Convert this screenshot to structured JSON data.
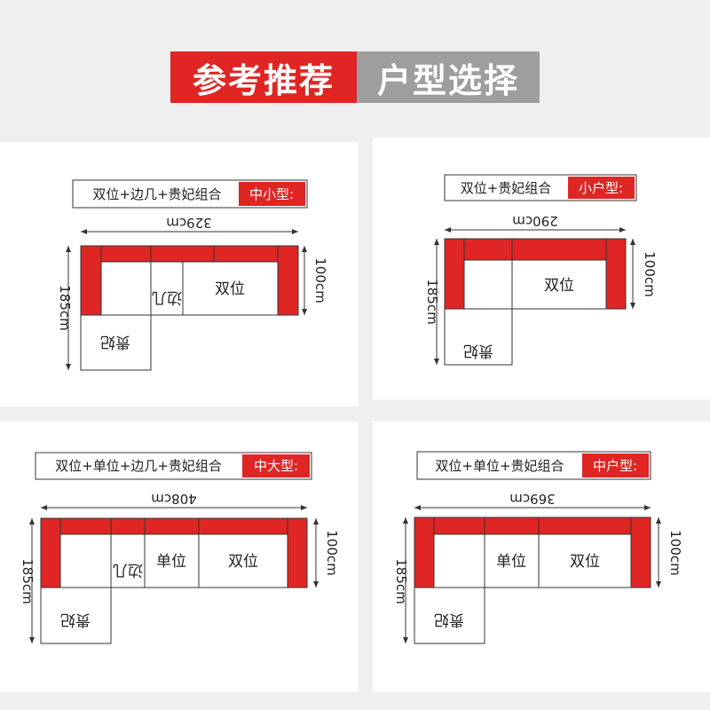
{
  "banner": {
    "left": "参考推荐",
    "right": "户型选择"
  },
  "colors": {
    "red": "#e02525",
    "gray": "#9e9e9e",
    "line": "#333333"
  },
  "panels": [
    {
      "id": "p1",
      "tag": "中小型:",
      "desc": "双位+边几+贵妃组合",
      "width": "329cm",
      "depth": "185cm",
      "height": "100cm",
      "modules": [
        "边几",
        "双位"
      ],
      "chaise": "贵妃"
    },
    {
      "id": "p2",
      "tag": "小户型:",
      "desc": "双位+贵妃组合",
      "width": "290cm",
      "depth": "185cm",
      "height": "100cm",
      "modules": [
        "双位"
      ],
      "chaise": "贵妃"
    },
    {
      "id": "p3",
      "tag": "中大型:",
      "desc": "双位+单位+边几+贵妃组合",
      "width": "408cm",
      "depth": "185cm",
      "height": "100cm",
      "modules": [
        "边几",
        "单位",
        "双位"
      ],
      "chaise": "贵妃"
    },
    {
      "id": "p4",
      "tag": "中户型:",
      "desc": "双位+单位+贵妃组合",
      "width": "369cm",
      "depth": "185cm",
      "height": "100cm",
      "modules": [
        "单位",
        "双位"
      ],
      "chaise": "贵妃"
    }
  ]
}
